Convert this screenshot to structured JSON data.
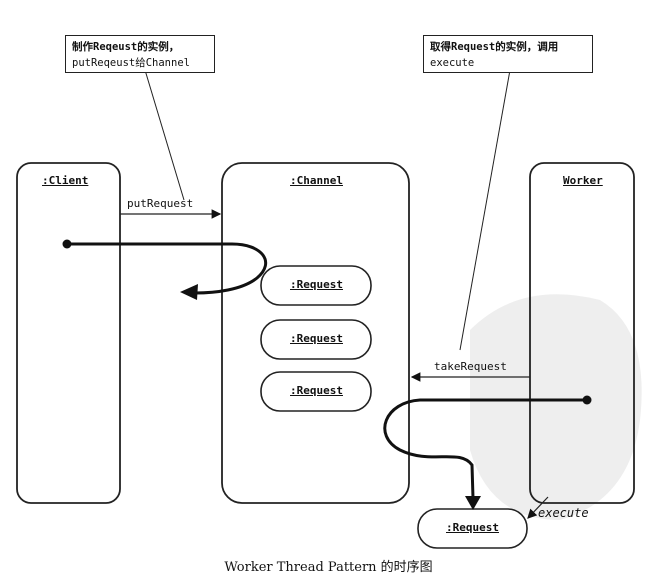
{
  "notes": {
    "client_note_line1": "制作Reqeust的实例，",
    "client_note_line2": "putReqeust给Channel",
    "worker_note_line1": "取得Request的实例，调用",
    "worker_note_line2": "execute"
  },
  "objects": {
    "client": ":Client",
    "channel": ":Channel",
    "worker": "Worker",
    "request_1": ":Request",
    "request_2": ":Request",
    "request_3": ":Request",
    "request_out": ":Request"
  },
  "messages": {
    "put_request": "putRequest",
    "take_request": "takeRequest",
    "execute": "execute"
  },
  "caption": "Worker Thread Pattern 的时序图"
}
